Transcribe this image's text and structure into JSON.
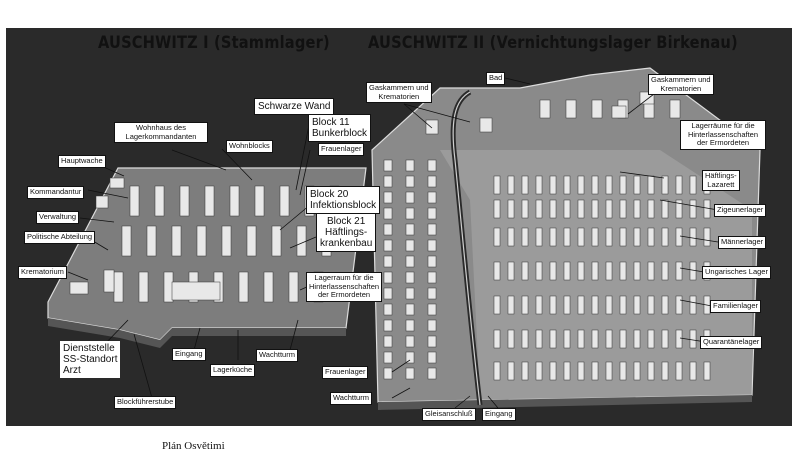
{
  "titles": {
    "left": "AUSCHWITZ I (Stammlager)",
    "right": "AUSCHWITZ II (Vernichtungslager Birkenau)"
  },
  "caption": "Plán Osvětimi",
  "labels_left": {
    "wohnhaus": "Wohnhaus des\nLagerkommandanten",
    "hauptwache": "Hauptwache",
    "wohnblocks": "Wohnblocks",
    "schwarze_wand": "Schwarze Wand",
    "block11": "Block 11\nBunkerblock",
    "kommandantur": "Kommandantur",
    "verwaltung": "Verwaltung",
    "politische": "Politische Abteilung",
    "krematorium": "Krematorium",
    "block20": "Block 20\nInfektionsblock",
    "block21": "Block 21\nHäftlings-\nkrankenbau",
    "lagerraum": "Lagerraum für die\nHinterlassenschaften\nder Ermordeten",
    "dienststelle": "Dienststelle\nSS-Standort\nArzt",
    "eingang": "Eingang",
    "lagerkuche": "Lagerküche",
    "wachtturm": "Wachtturm",
    "blockfuhrerstube": "Blockführerstube"
  },
  "labels_right": {
    "bad": "Bad",
    "gaskammern_left": "Gaskammern und\nKrematorien",
    "gaskammern_right": "Gaskammern und\nKrematorien",
    "lagerraume": "Lagerräume für die\nHinterlassenschaften\nder Ermordeten",
    "frauenlager_top": "Frauenlager",
    "haftlings_lazarett": "Häftlings-\nLazarett",
    "zigeunerlager": "Zigeunerlager",
    "mannerlager": "Männerlager",
    "ungarisches": "Ungarisches Lager",
    "familienlager": "Familienlager",
    "quarantanelager": "Quarantänelager",
    "frauenlager_bottom": "Frauenlager",
    "wachtturm": "Wachtturm",
    "gleisanschluss": "Gleisanschluß",
    "eingang": "Eingang"
  },
  "colors": {
    "background": "#2a2a2a",
    "ground": "#7d7d7d",
    "ground_light": "#a8a8a8",
    "blocks": "#e8e8e8",
    "label_bg": "#ffffff"
  }
}
